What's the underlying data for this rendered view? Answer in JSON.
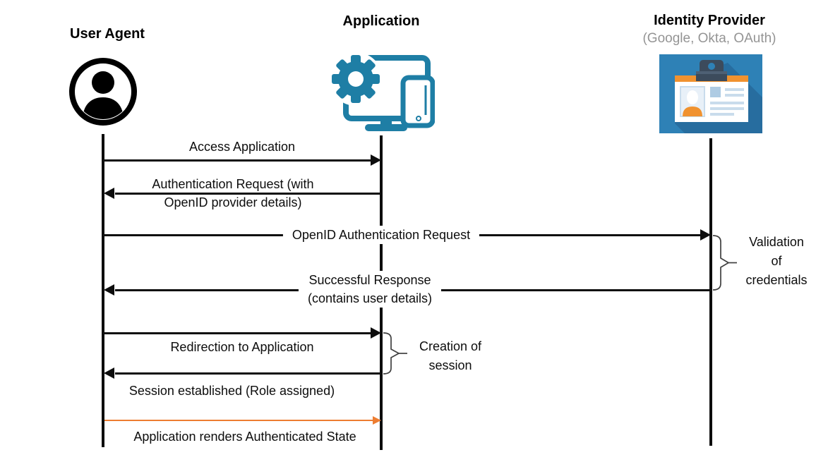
{
  "actors": [
    {
      "title": "User Agent",
      "subtitle": "",
      "icon": "user-avatar"
    },
    {
      "title": "Application",
      "subtitle": "",
      "icon": "gear-monitor-phone"
    },
    {
      "title": "Identity Provider",
      "subtitle": "(Google, Okta, OAuth)",
      "icon": "id-card-clipboard"
    }
  ],
  "messages": [
    {
      "label": "Access Application",
      "from": "User Agent",
      "to": "Application",
      "direction": "right",
      "style": "solid-black"
    },
    {
      "label": "Authentication Request (with\nOpenID provider details)",
      "from": "Application",
      "to": "User Agent",
      "direction": "left",
      "style": "solid-black"
    },
    {
      "label": "OpenID Authentication Request",
      "from": "User Agent",
      "to": "Identity Provider",
      "direction": "right",
      "style": "solid-black"
    },
    {
      "label": "Successful Response\n(contains user details)",
      "from": "Identity Provider",
      "to": "User Agent",
      "direction": "left",
      "style": "solid-black"
    },
    {
      "label": "Redirection to Application",
      "from": "User Agent",
      "to": "Application",
      "direction": "right",
      "style": "solid-black"
    },
    {
      "label": "Session established (Role assigned)",
      "from": "Application",
      "to": "User Agent",
      "direction": "left",
      "style": "solid-black"
    },
    {
      "label": "Application renders Authenticated State",
      "from": "User Agent",
      "to": "Application",
      "direction": "right",
      "style": "solid-orange"
    }
  ],
  "annotations": [
    {
      "label": "Validation\nof\ncredentials",
      "attached_to": "Identity Provider lifeline"
    },
    {
      "label": "Creation of\nsession",
      "attached_to": "Application lifeline"
    }
  ],
  "colors": {
    "line_black": "#0d0d0d",
    "arrow_orange": "#ED7D31",
    "app_icon_teal": "#1E7EA5",
    "idp_background_blue": "#2E81B6",
    "idp_accent_orange": "#F0922F",
    "idp_clip_slate": "#3C4B5C",
    "subtitle_gray": "#949494"
  }
}
